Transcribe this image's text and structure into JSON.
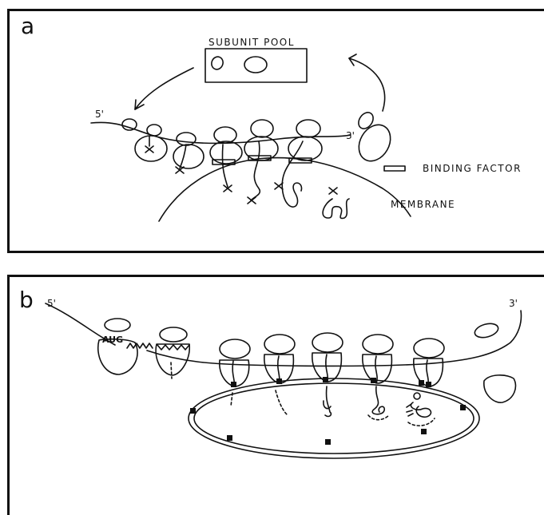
{
  "panel_a": {
    "letter": "a",
    "subunit_pool_label": "SUBUNIT POOL",
    "five_prime": "5'",
    "three_prime": "3'",
    "binding_factor_label": "BINDING FACTOR",
    "membrane_label": "MEMBRANE"
  },
  "panel_b": {
    "letter": "b",
    "five_prime": "5'",
    "three_prime": "3'",
    "start_codon": "AUG"
  }
}
